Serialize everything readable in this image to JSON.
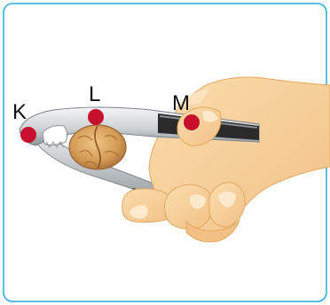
{
  "labels": {
    "k": "K",
    "l": "L",
    "m": "M"
  },
  "colors": {
    "frame_border": "#29a8e0",
    "point_fill": "#c8102e",
    "skin": "#f7cf9a",
    "skin_shadow": "#e9ad6c",
    "metal_light": "#eef0f2",
    "metal_mid": "#c5cace",
    "metal_dark": "#7d848a",
    "grip": "#2b2b2b",
    "walnut": "#d9a05b",
    "walnut_dark": "#9c6430"
  },
  "icons": {
    "tool": "nutcracker",
    "object": "walnut",
    "hand": "gripping-hand"
  }
}
